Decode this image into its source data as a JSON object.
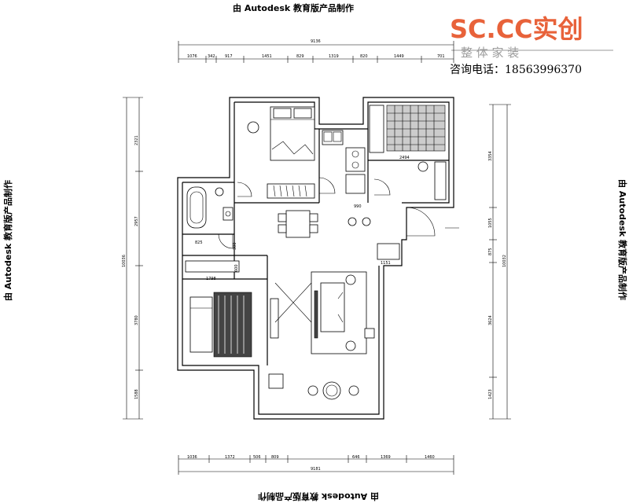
{
  "watermarks": {
    "top": "由 Autodesk 教育版产品制作",
    "bottom": "由 Autodesk 教育版产品制作",
    "left": "由 Autodesk 教育版产品制作",
    "right": "由 Autodesk 教育版产品制作"
  },
  "brand": {
    "logo": "SC.CC实创",
    "tagline": "整 体 家 装",
    "phone": "咨询电话：18563996370",
    "accent_color": "#e8623a",
    "gray_color": "#9a9a9a"
  },
  "dimensions": {
    "top_total": "9136",
    "top_segments": [
      "1076",
      "342",
      "917",
      "1451",
      "829",
      "1319",
      "820",
      "1449",
      "701"
    ],
    "bottom_total": "9181",
    "bottom_segments": [
      "1036",
      "1372",
      "506",
      "809",
      "646",
      "1369",
      "1460"
    ],
    "left_total": "10036",
    "left_segments": [
      "2321",
      "2957",
      "3780",
      "1588"
    ],
    "right_total": "10032",
    "right_segments": [
      "3354",
      "1055",
      "875",
      "3624",
      "1423"
    ],
    "interior": {
      "bed1_width": "1798",
      "closet_width": "2494",
      "bath_width": "825",
      "small_300": "300",
      "small_600": "600",
      "dim_990": "990",
      "dim_1151": "1151"
    }
  }
}
